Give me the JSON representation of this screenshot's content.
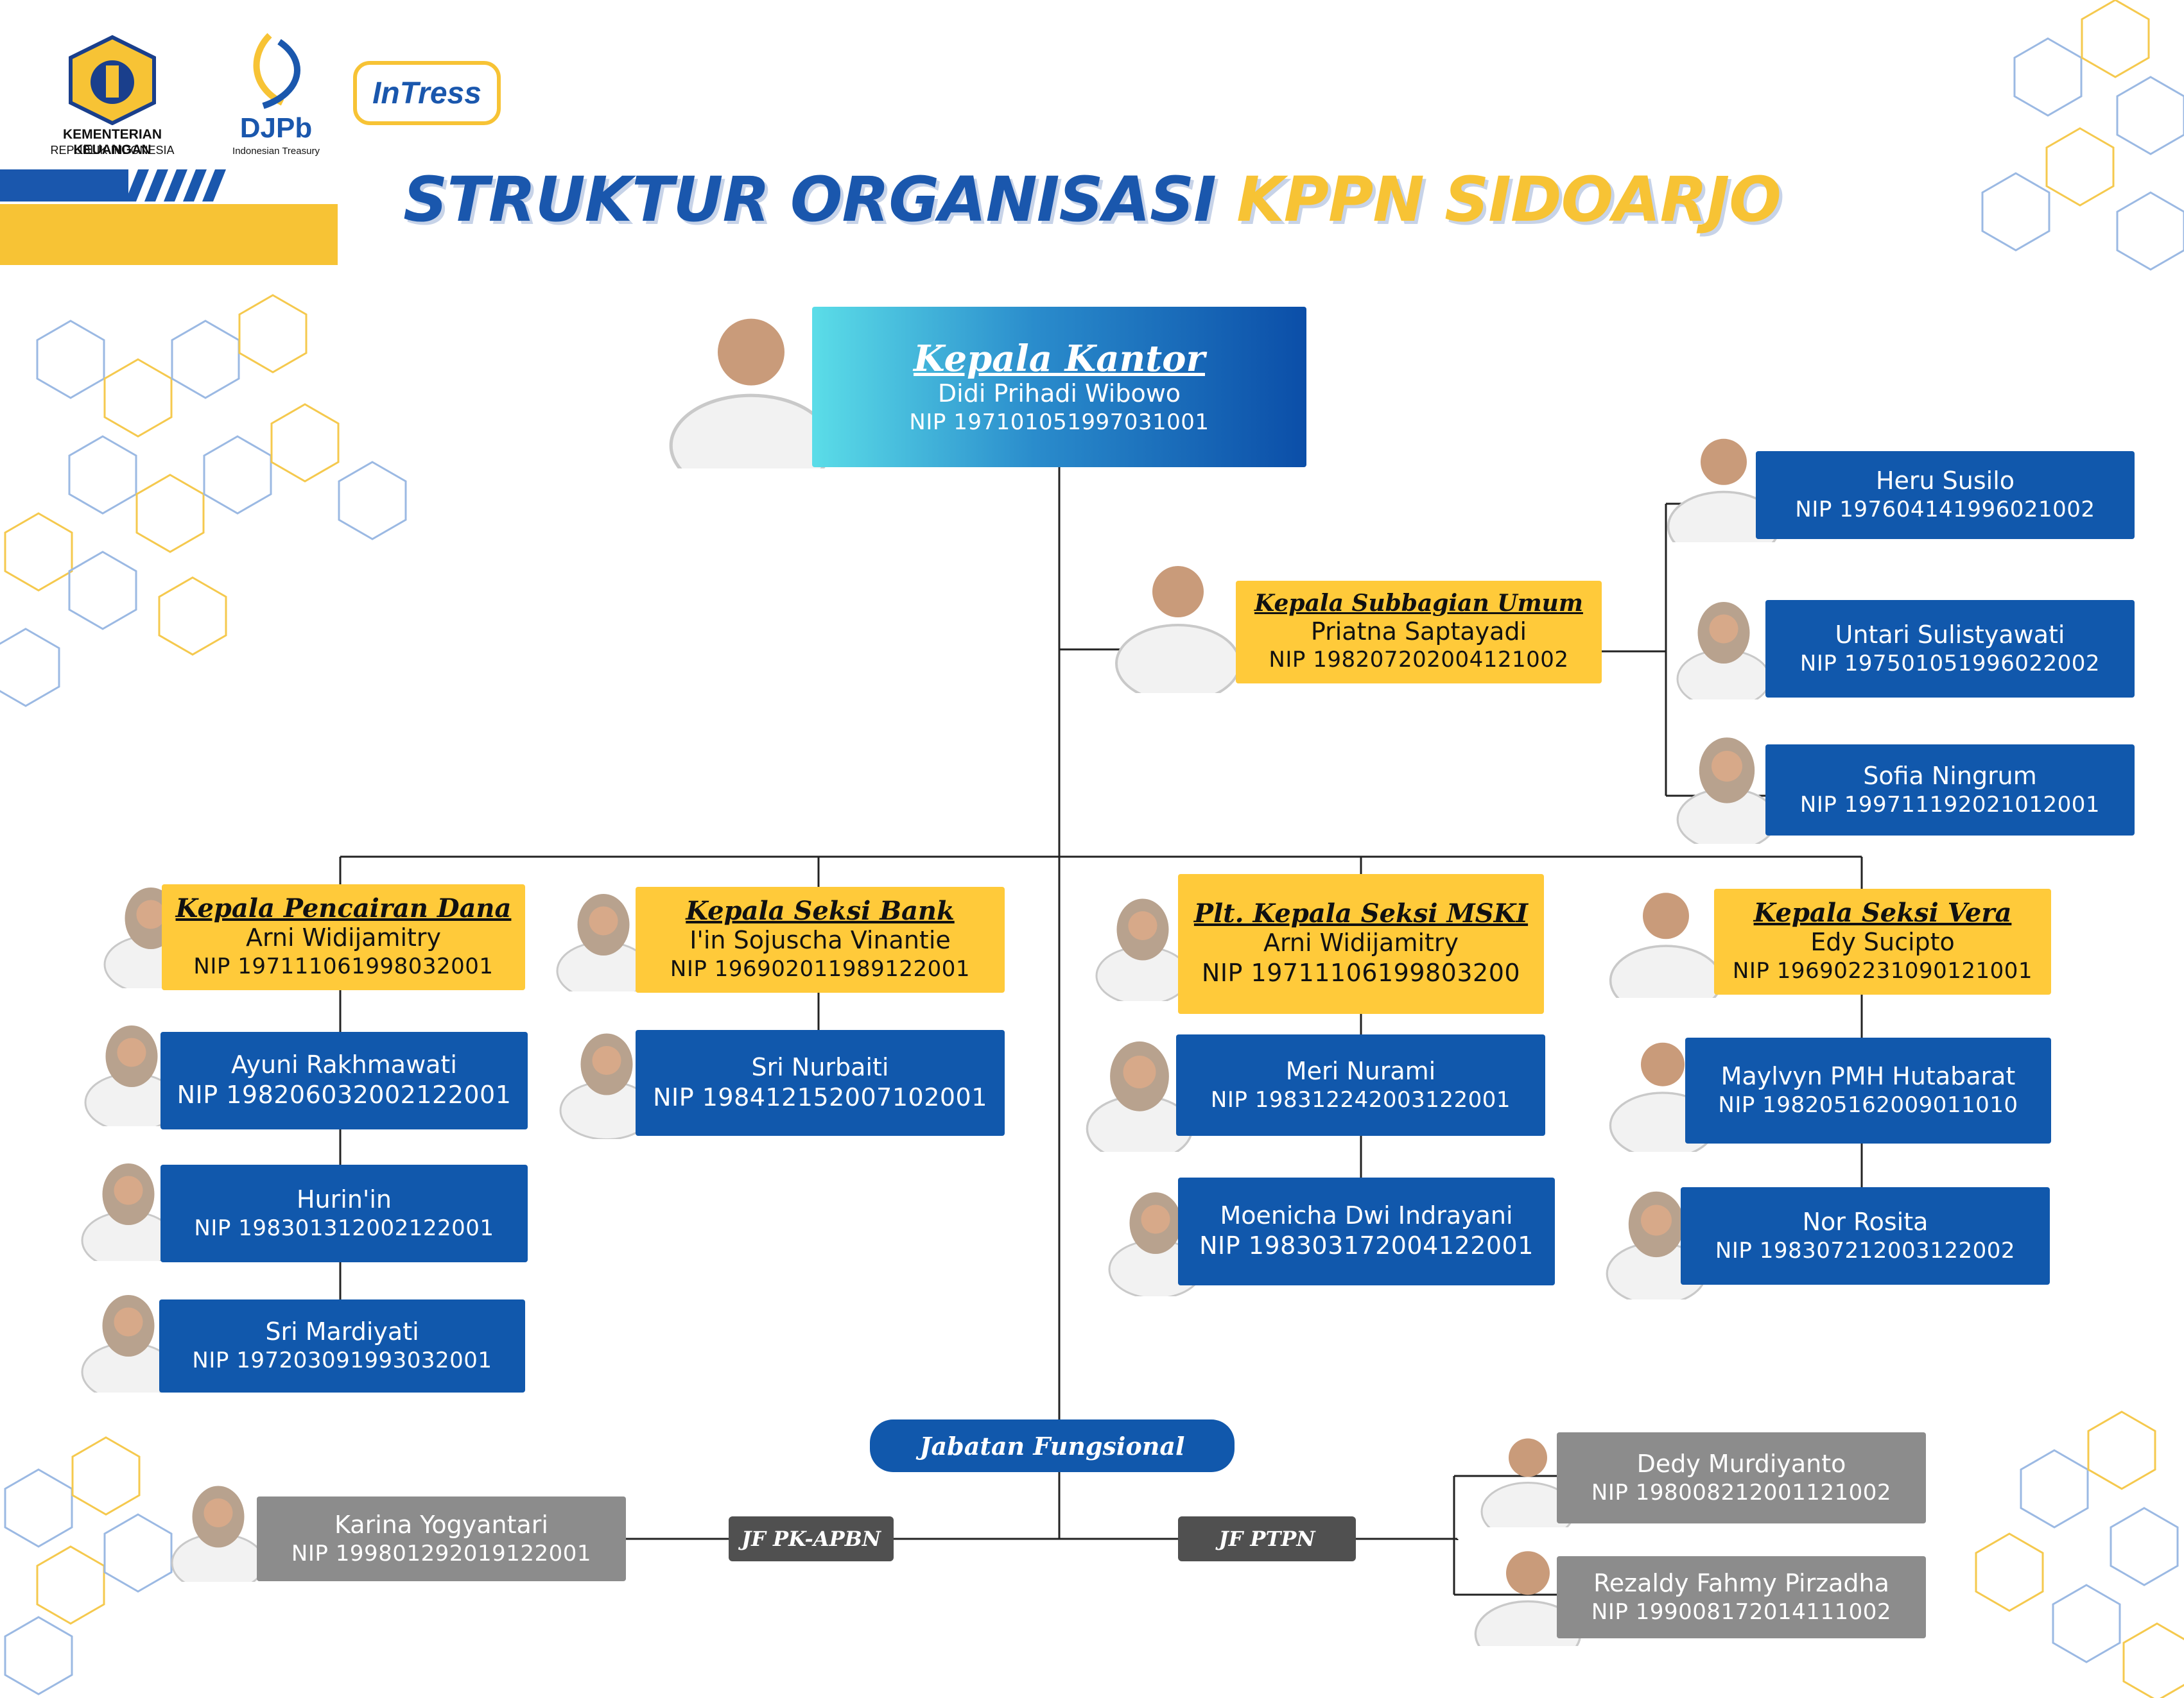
{
  "header": {
    "logos": [
      {
        "name": "kemenkeu-logo",
        "line1": "KEMENTERIAN KEUANGAN",
        "line2": "REPUBLIK INDONESIA"
      },
      {
        "name": "djpb-logo",
        "text": "DJPb",
        "sub": "Indonesian Treasury"
      },
      {
        "name": "intress-logo",
        "text": "InTress"
      }
    ],
    "title_part1": "STRUKTUR ORGANISASI",
    "title_part2": "KPPN SIDOARJO"
  },
  "colors": {
    "blue": "#1158ac",
    "yellow": "#ffca3a",
    "grey": "#8c8c8c",
    "dark": "#505050"
  },
  "kepala_kantor": {
    "role": "Kepala Kantor",
    "name": "Didi Prihadi Wibowo",
    "nip": "NIP 197101051997031001"
  },
  "subbagian_umum": {
    "role": "Kepala Subbagian Umum",
    "name": "Priatna Saptayadi",
    "nip": "NIP 198207202004121002",
    "staff": [
      {
        "name": "Heru Susilo",
        "nip": "NIP 197604141996021002"
      },
      {
        "name": "Untari Sulistyawati",
        "nip": "NIP 197501051996022002"
      },
      {
        "name": "Sofia Ningrum",
        "nip": "NIP 199711192021012001"
      }
    ]
  },
  "pencairan_dana": {
    "role": "Kepala Pencairan Dana",
    "name": "Arni Widijamitry",
    "nip": "NIP 197111061998032001",
    "staff": [
      {
        "name": "Ayuni Rakhmawati",
        "nip": "NIP 198206032002122001"
      },
      {
        "name": "Hurin'in",
        "nip": "NIP 198301312002122001"
      },
      {
        "name": "Sri Mardiyati",
        "nip": "NIP 197203091993032001"
      }
    ]
  },
  "seksi_bank": {
    "role": "Kepala Seksi Bank",
    "name": "I'in Sojuscha Vinantie",
    "nip": "NIP 196902011989122001",
    "staff": [
      {
        "name": "Sri Nurbaiti",
        "nip": "NIP 198412152007102001"
      }
    ]
  },
  "seksi_mski": {
    "role": "Plt. Kepala Seksi MSKI",
    "name": "Arni Widijamitry",
    "nip": "NIP 19711106199803200",
    "staff": [
      {
        "name": "Meri Nurami",
        "nip": "NIP 198312242003122001"
      },
      {
        "name": "Moenicha Dwi Indrayani",
        "nip": "NIP 198303172004122001"
      }
    ]
  },
  "seksi_vera": {
    "role": "Kepala Seksi Vera",
    "name": "Edy Sucipto",
    "nip": "NIP 196902231090121001",
    "staff": [
      {
        "name": "Maylvyn PMH Hutabarat",
        "nip": "NIP 198205162009011010"
      },
      {
        "name": "Nor Rosita",
        "nip": "NIP 198307212003122002"
      }
    ]
  },
  "fungsional": {
    "label": "Jabatan Fungsional",
    "jf_pk_apbn": {
      "label": "JF PK-APBN",
      "staff": [
        {
          "name": "Karina Yogyantari",
          "nip": "NIP 199801292019122001"
        }
      ]
    },
    "jf_ptpn": {
      "label": "JF PTPN",
      "staff": [
        {
          "name": "Dedy Murdiyanto",
          "nip": "NIP 198008212001121002"
        },
        {
          "name": "Rezaldy Fahmy Pirzadha",
          "nip": "NIP 199008172014111002"
        }
      ]
    }
  }
}
